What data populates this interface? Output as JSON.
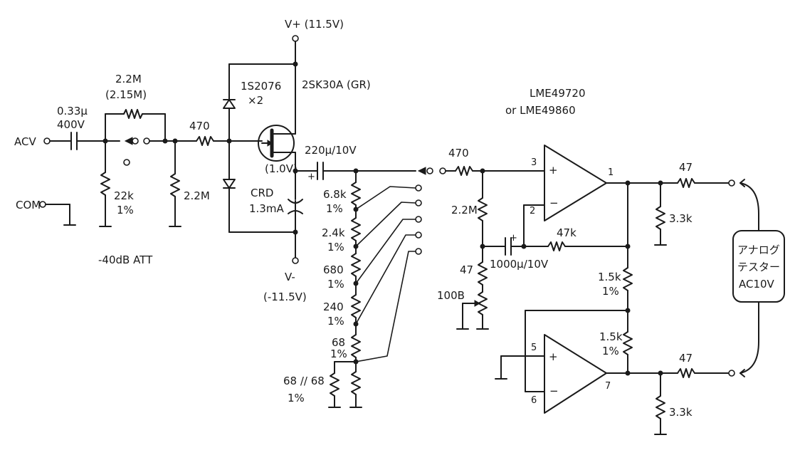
{
  "labels": {
    "vplus": "V+ (11.5V)",
    "vminus": "V-",
    "vminus_value": "(-11.5V)",
    "acv": "ACV",
    "com": "COM",
    "cap_in": "0.33μ",
    "cap_in_v": "400V",
    "r_fb": "2.2M",
    "r_fb_alt": "(2.15M)",
    "r470_in": "470",
    "r22k": "22k",
    "r22k_tol": "1%",
    "r22m_gate": "2.2M",
    "att": "-40dB ATT",
    "diode": "1S2076",
    "diode_count": "×2",
    "fet": "2SK30A (GR)",
    "cap_out": "220μ/10V",
    "bias_v": "(1.0V)",
    "crd": "CRD",
    "crd_i": "1.3mA",
    "cap_plus": "+",
    "r6k8": "6.8k",
    "r6k8_tol": "1%",
    "r2k4": "2.4k",
    "r2k4_tol": "1%",
    "r680": "680",
    "r680_tol": "1%",
    "r240": "240",
    "r240_tol": "1%",
    "r68": "68",
    "r68_tol": "1%",
    "r68par": "68 // 68",
    "r68par_tol": "1%",
    "r470_sw": "470",
    "r22m_in": "2.2M",
    "r47_gain": "47",
    "r100b": "100B",
    "cap1000": "1000μ/10V",
    "r47k": "47k",
    "opamp1": "LME49720",
    "opamp2": "or LME49860",
    "r15k_a": "1.5k",
    "r15k_a_tol": "1%",
    "r15k_b": "1.5k",
    "r15k_b_tol": "1%",
    "r47_out1": "47",
    "r47_out2": "47",
    "r33k_1": "3.3k",
    "r33k_2": "3.3k",
    "meter_l1": "アナログ",
    "meter_l2": "テスター",
    "meter_l3": "AC10V",
    "pin1": "1",
    "pin2": "2",
    "pin3": "3",
    "pin5": "5",
    "pin6": "6",
    "pin7": "7",
    "plus": "+",
    "minus": "−"
  }
}
